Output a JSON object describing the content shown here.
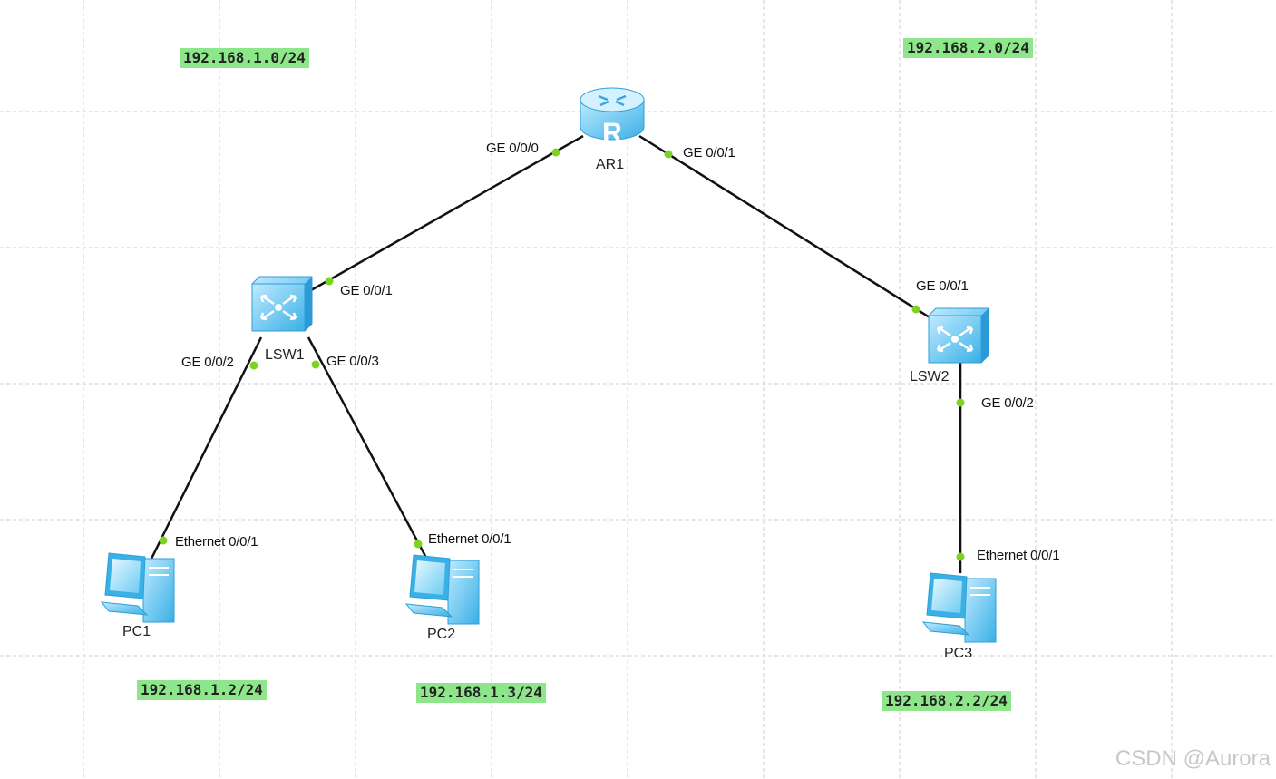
{
  "subnets": {
    "left": "192.168.1.0/24",
    "right": "192.168.2.0/24"
  },
  "devices": {
    "ar1": "AR1",
    "lsw1": "LSW1",
    "lsw2": "LSW2",
    "pc1": "PC1",
    "pc2": "PC2",
    "pc3": "PC3"
  },
  "ports": {
    "ar1_ge000": "GE 0/0/0",
    "ar1_ge001": "GE 0/0/1",
    "lsw1_ge001": "GE 0/0/1",
    "lsw1_ge002": "GE 0/0/2",
    "lsw1_ge003": "GE 0/0/3",
    "lsw2_ge001": "GE 0/0/1",
    "lsw2_ge002": "GE 0/0/2",
    "pc1_eth": "Ethernet 0/0/1",
    "pc2_eth": "Ethernet 0/0/1",
    "pc3_eth": "Ethernet 0/0/1"
  },
  "hosts": {
    "pc1": "192.168.1.2/24",
    "pc2": "192.168.1.3/24",
    "pc3": "192.168.2.2/24"
  },
  "watermark": "CSDN @Aurora",
  "colors": {
    "label_bg": "#8de68a",
    "port_dot": "#7ed321",
    "link": "#111111",
    "device": "#5ec8f0"
  },
  "icons": {
    "router": "router-icon",
    "switch": "switch-icon",
    "pc": "pc-icon"
  }
}
